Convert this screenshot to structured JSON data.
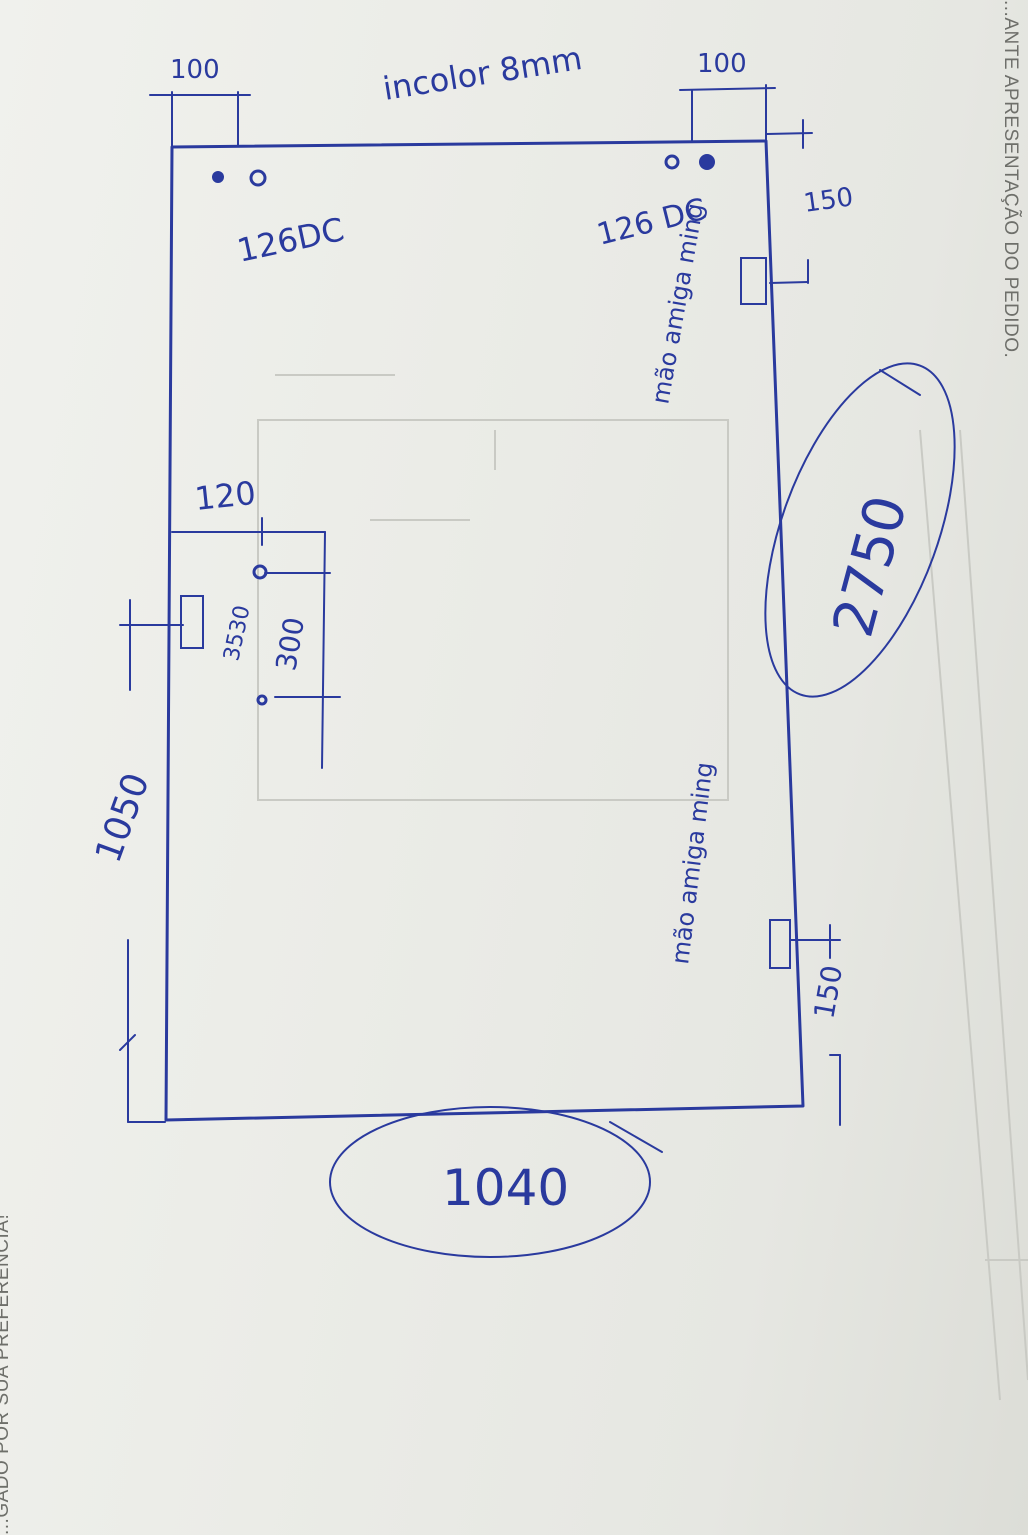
{
  "print": {
    "left_edge": "...GADO POR SUA PREFERÊNCIA!",
    "top_edge": "...ANTE APRESENTAÇÃO DO PEDIDO."
  },
  "annotations": {
    "glass": "incolor 8mm",
    "top_left_offset": "100",
    "top_right_offset": "100",
    "hinge_top_left": "126DC",
    "hinge_top_right": "126 DC",
    "right_top_gap": "150",
    "right_bottom_gap": "150",
    "height": "2750",
    "width": "1040",
    "handle_offset": "120",
    "handle_hole_spacing": "300",
    "handle_label": "3530",
    "left_height": "1050",
    "note_upper": "mão amiga ming",
    "note_lower": "mão amiga ming"
  },
  "colors": {
    "ink": "#2a3a9e",
    "paper": "#ebece7",
    "print": "#6e6f6a"
  }
}
